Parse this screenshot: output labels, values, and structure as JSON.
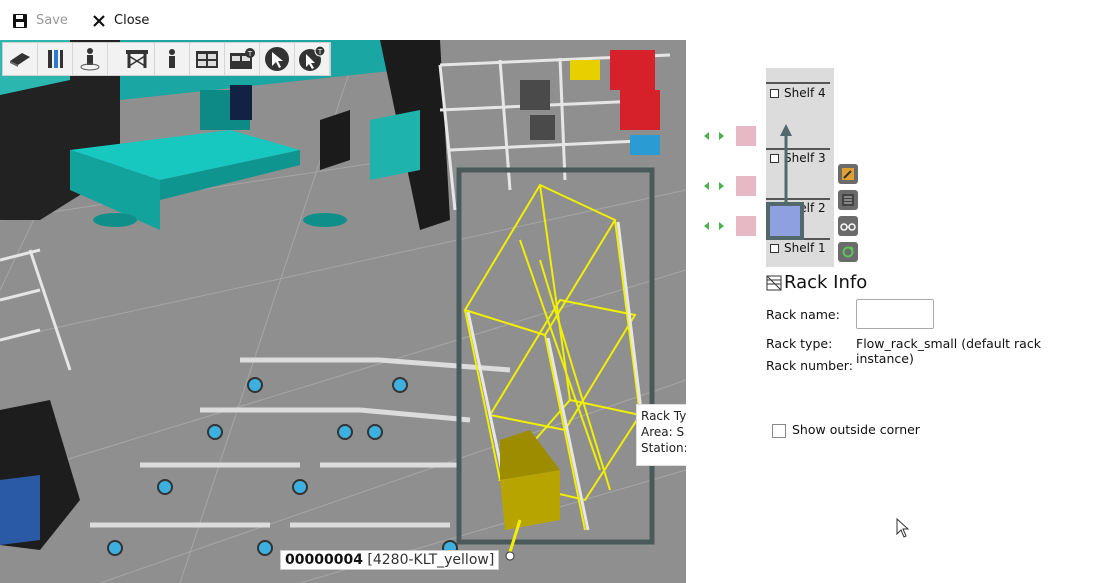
{
  "toolbar": {
    "save_label": "Save",
    "close_label": "Close"
  },
  "viewport": {
    "tools": [
      {
        "name": "conveyor-tool-icon"
      },
      {
        "name": "rack-tool-icon"
      },
      {
        "name": "worker-tool-icon"
      },
      {
        "name": "table-tool-icon"
      },
      {
        "name": "person-tool-icon"
      },
      {
        "name": "storage-tool-icon"
      },
      {
        "name": "storage-t-tool-icon"
      },
      {
        "name": "select-cursor-icon"
      },
      {
        "name": "select-t-cursor-icon"
      }
    ],
    "tooltip": {
      "line1": "Rack Ty",
      "line2": "Area: S",
      "line3": "Station:"
    },
    "carrier": {
      "id": "00000004",
      "name": "[4280-KLT_yellow]"
    }
  },
  "rack_panel": {
    "shelves": [
      {
        "label": "Shelf 4"
      },
      {
        "label": "Shelf 3"
      },
      {
        "label": "Shelf 2"
      },
      {
        "label": "Shelf 1"
      }
    ],
    "side_buttons": [
      {
        "name": "edit-icon"
      },
      {
        "name": "list-icon"
      },
      {
        "name": "glasses-icon"
      },
      {
        "name": "refresh-icon"
      }
    ]
  },
  "rack_info": {
    "title": "Rack Info",
    "name_label": "Rack name:",
    "name_value": "",
    "type_label": "Rack type:",
    "type_value": "Flow_rack_small (default rack instance)",
    "number_label": "Rack number:",
    "show_outside_corner_label": "Show outside corner",
    "show_outside_corner_checked": false
  },
  "colors": {
    "rack_highlight": "#f0f000",
    "carrier_yellow": "#b8a400",
    "teal_furniture": "#00a8a0",
    "floor": "#8f8f8f",
    "accent_green": "#4caf50"
  }
}
